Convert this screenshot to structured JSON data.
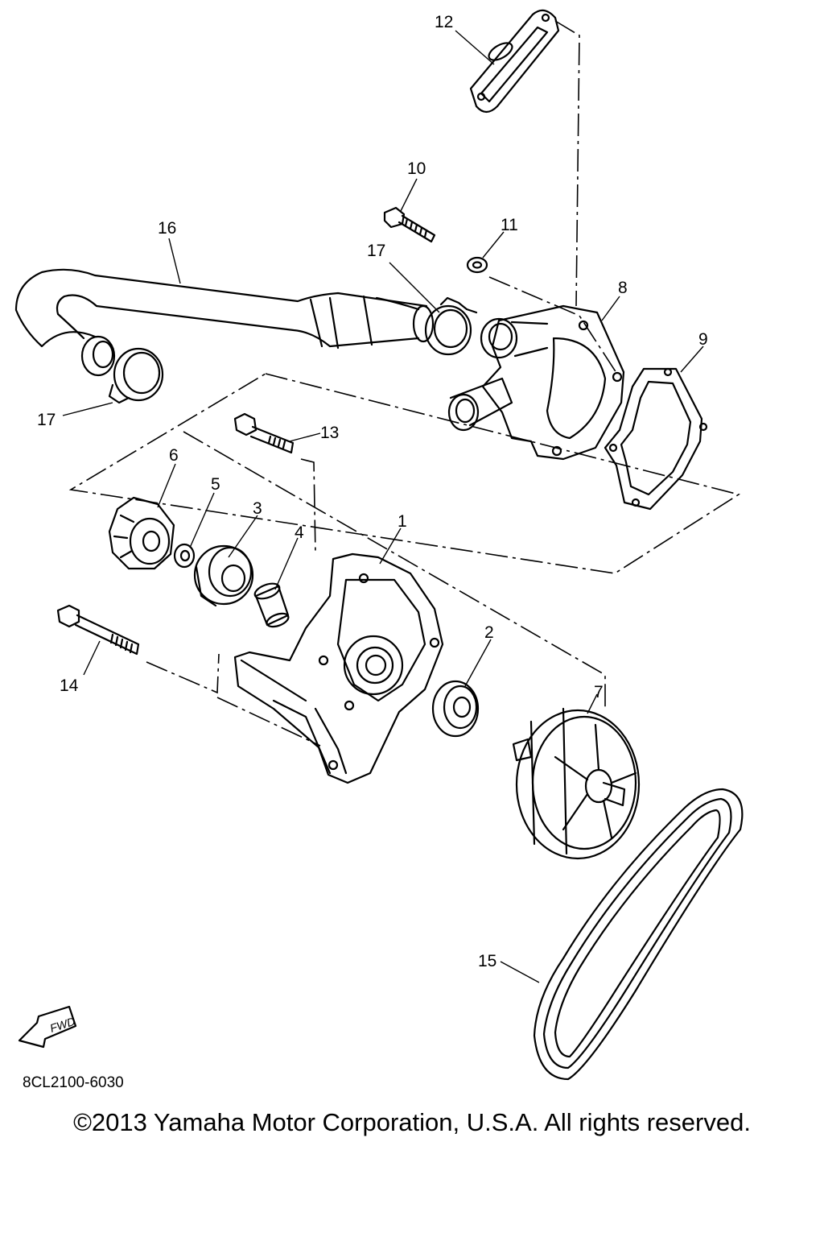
{
  "diagram": {
    "callouts": [
      {
        "id": "1",
        "text": "1"
      },
      {
        "id": "2",
        "text": "2"
      },
      {
        "id": "3",
        "text": "3"
      },
      {
        "id": "4",
        "text": "4"
      },
      {
        "id": "5",
        "text": "5"
      },
      {
        "id": "6",
        "text": "6"
      },
      {
        "id": "7",
        "text": "7"
      },
      {
        "id": "8",
        "text": "8"
      },
      {
        "id": "9",
        "text": "9"
      },
      {
        "id": "10",
        "text": "10"
      },
      {
        "id": "11",
        "text": "11"
      },
      {
        "id": "12",
        "text": "12"
      },
      {
        "id": "13",
        "text": "13"
      },
      {
        "id": "14",
        "text": "14"
      },
      {
        "id": "15",
        "text": "15"
      },
      {
        "id": "16",
        "text": "16"
      },
      {
        "id": "17a",
        "text": "17"
      },
      {
        "id": "17b",
        "text": "17"
      }
    ],
    "fwd_label": "FWD",
    "diagram_code": "8CL2100-6030"
  },
  "footer": {
    "copyright": "©2013 Yamaha Motor Corporation, U.S.A. All rights reserved."
  }
}
